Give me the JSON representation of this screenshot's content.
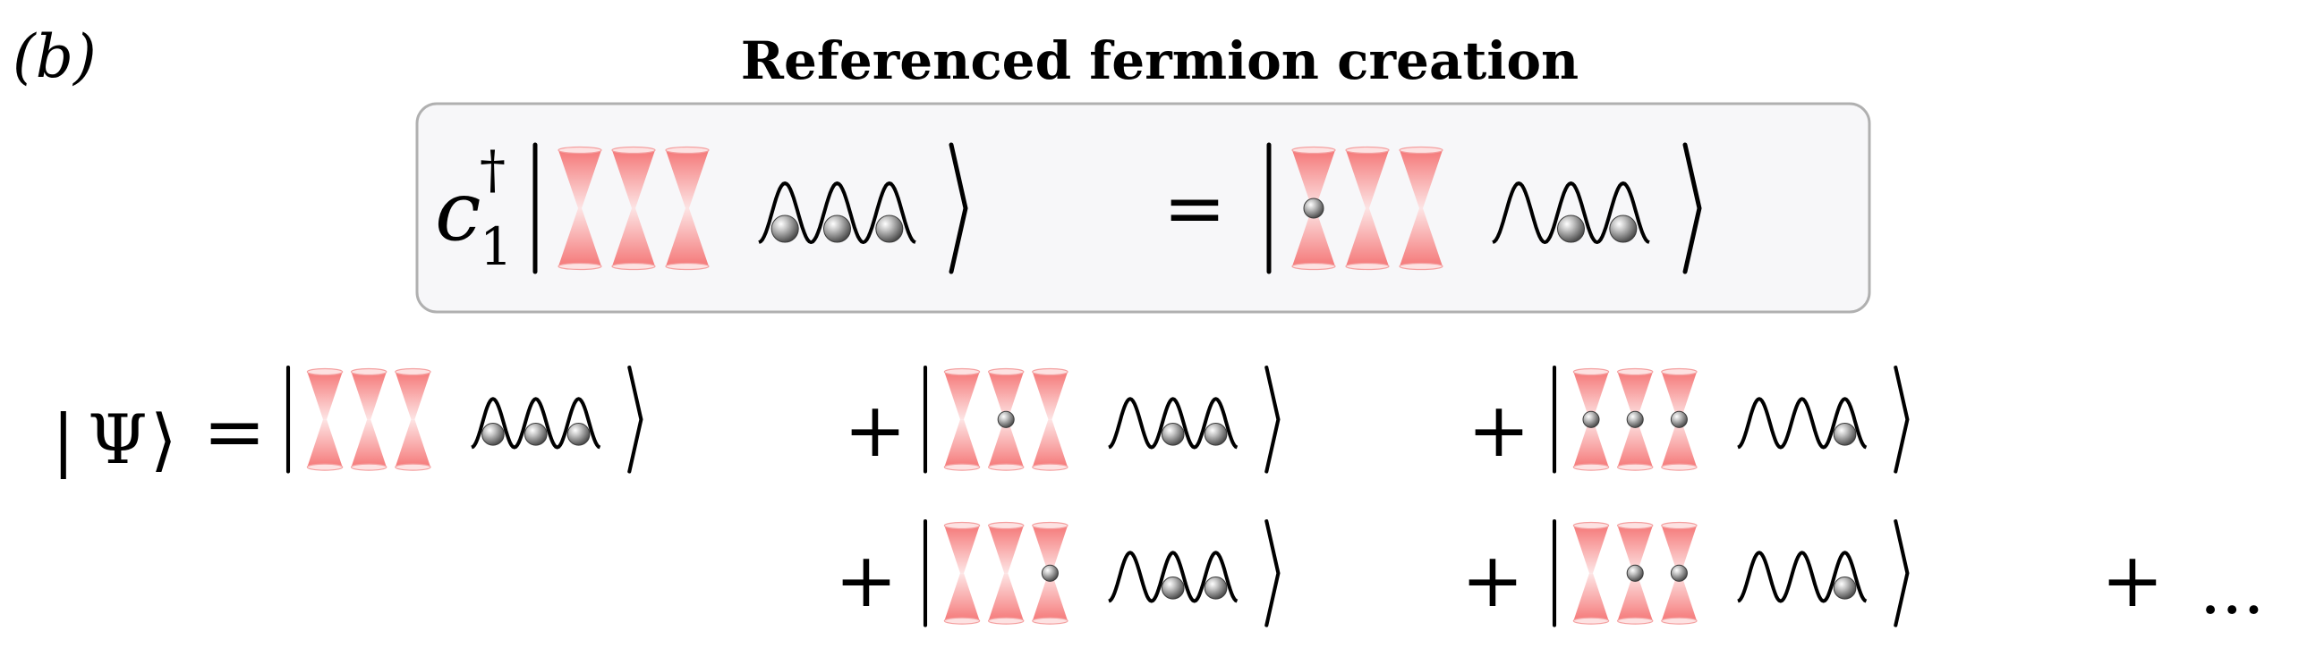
{
  "panel_label": "(b)",
  "title": "Referenced fermion creation",
  "operator": {
    "symbol": "c",
    "superscript": "†",
    "subscript": "1"
  },
  "equals": "=",
  "plus": "+",
  "psi": "Ψ",
  "ellipsis": "...",
  "colors": {
    "tweezer": "#f46a6a",
    "tweezer_light": "#fde2e2",
    "box_fill": "#f7f7f9",
    "box_border": "#b0b0b0",
    "atom": "#8c8c8c",
    "ink": "#000000"
  },
  "boxed_equation": {
    "lhs_state": {
      "tweezer_atoms": [
        false,
        false,
        false
      ],
      "lattice_atoms": [
        true,
        true,
        true
      ]
    },
    "rhs_state": {
      "tweezer_atoms": [
        true,
        false,
        false
      ],
      "lattice_atoms": [
        false,
        true,
        true
      ]
    }
  },
  "psi_expansion": [
    {
      "tweezer_atoms": [
        false,
        false,
        false
      ],
      "lattice_atoms": [
        true,
        true,
        true
      ]
    },
    {
      "tweezer_atoms": [
        false,
        true,
        false
      ],
      "lattice_atoms": [
        false,
        true,
        true
      ]
    },
    {
      "tweezer_atoms": [
        true,
        true,
        true
      ],
      "lattice_atoms": [
        false,
        false,
        true
      ]
    },
    {
      "tweezer_atoms": [
        false,
        false,
        true
      ],
      "lattice_atoms": [
        false,
        true,
        true
      ]
    },
    {
      "tweezer_atoms": [
        false,
        true,
        true
      ],
      "lattice_atoms": [
        false,
        false,
        true
      ]
    }
  ]
}
